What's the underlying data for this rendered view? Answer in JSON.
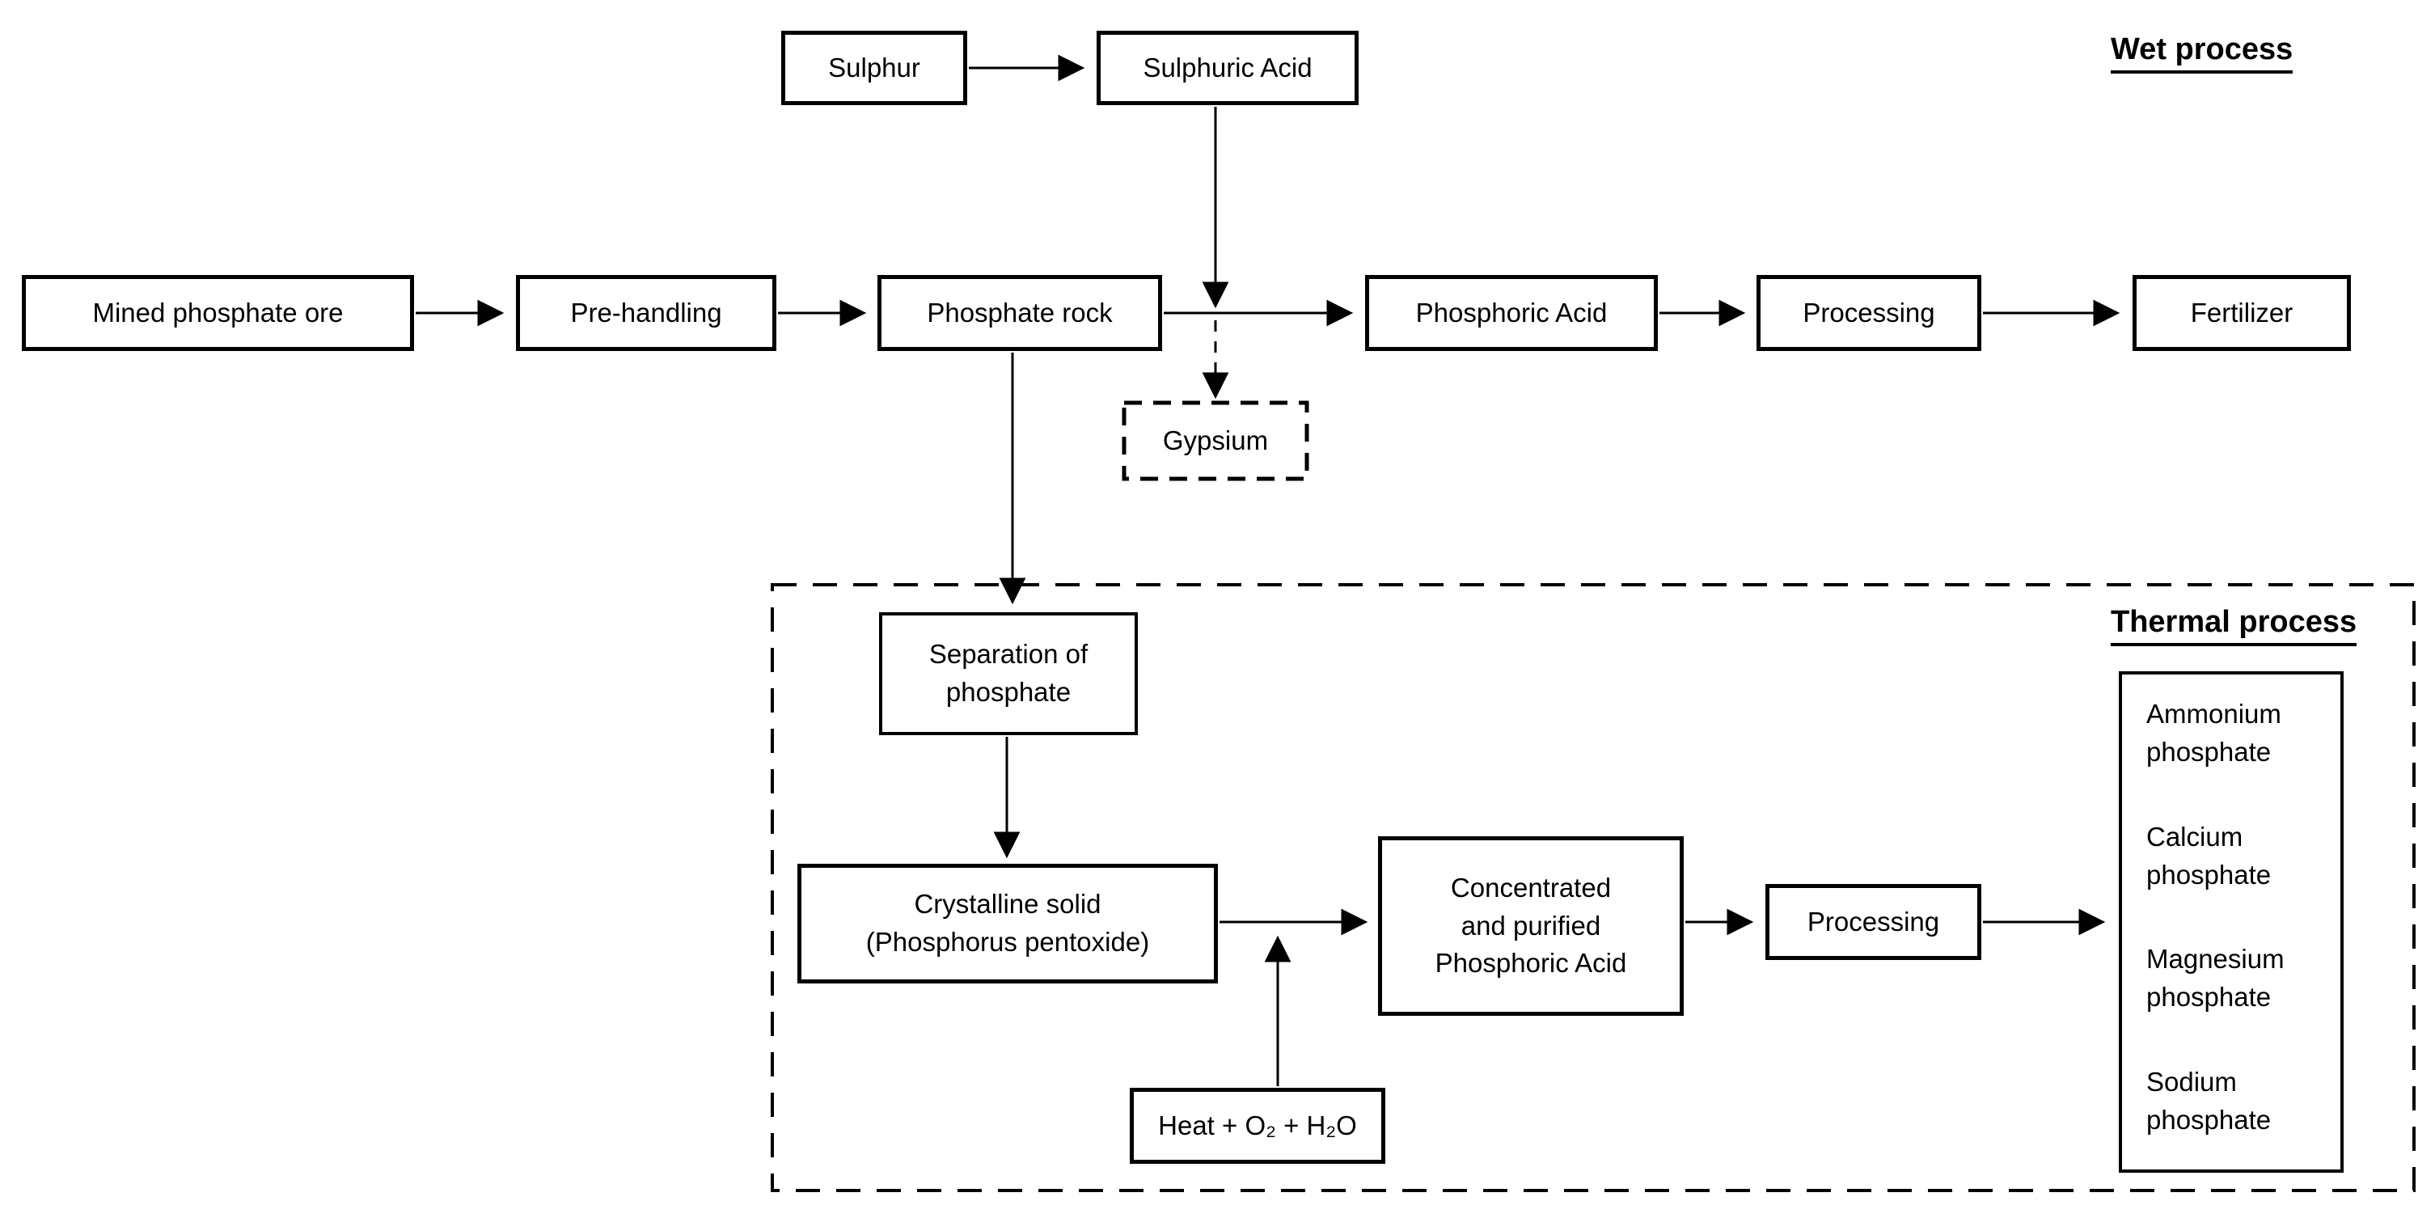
{
  "diagram": {
    "labels": {
      "wet": "Wet process",
      "thermal": "Thermal process"
    },
    "nodes": {
      "sulphur": "Sulphur",
      "sulphuric_acid": "Sulphuric Acid",
      "mined_ore": "Mined phosphate ore",
      "pre_handling": "Pre-handling",
      "phosphate_rock": "Phosphate rock",
      "phosphoric_acid": "Phosphoric Acid",
      "processing_wet": "Processing",
      "fertilizer": "Fertilizer",
      "gypsium": "Gypsium",
      "separation": "Separation of\nphosphate",
      "crystalline": "Crystalline solid\n(Phosphorus pentoxide)",
      "concentrated": "Concentrated\nand purified\nPhosphoric Acid",
      "processing_thermal": "Processing",
      "heat": "Heat + O₂ + H₂O"
    },
    "products": [
      "Ammonium\nphosphate",
      "Calcium\nphosphate",
      "Magnesium\nphosphate",
      "Sodium\nphosphate"
    ],
    "colors": {
      "line": "#000000",
      "background": "#ffffff"
    }
  }
}
